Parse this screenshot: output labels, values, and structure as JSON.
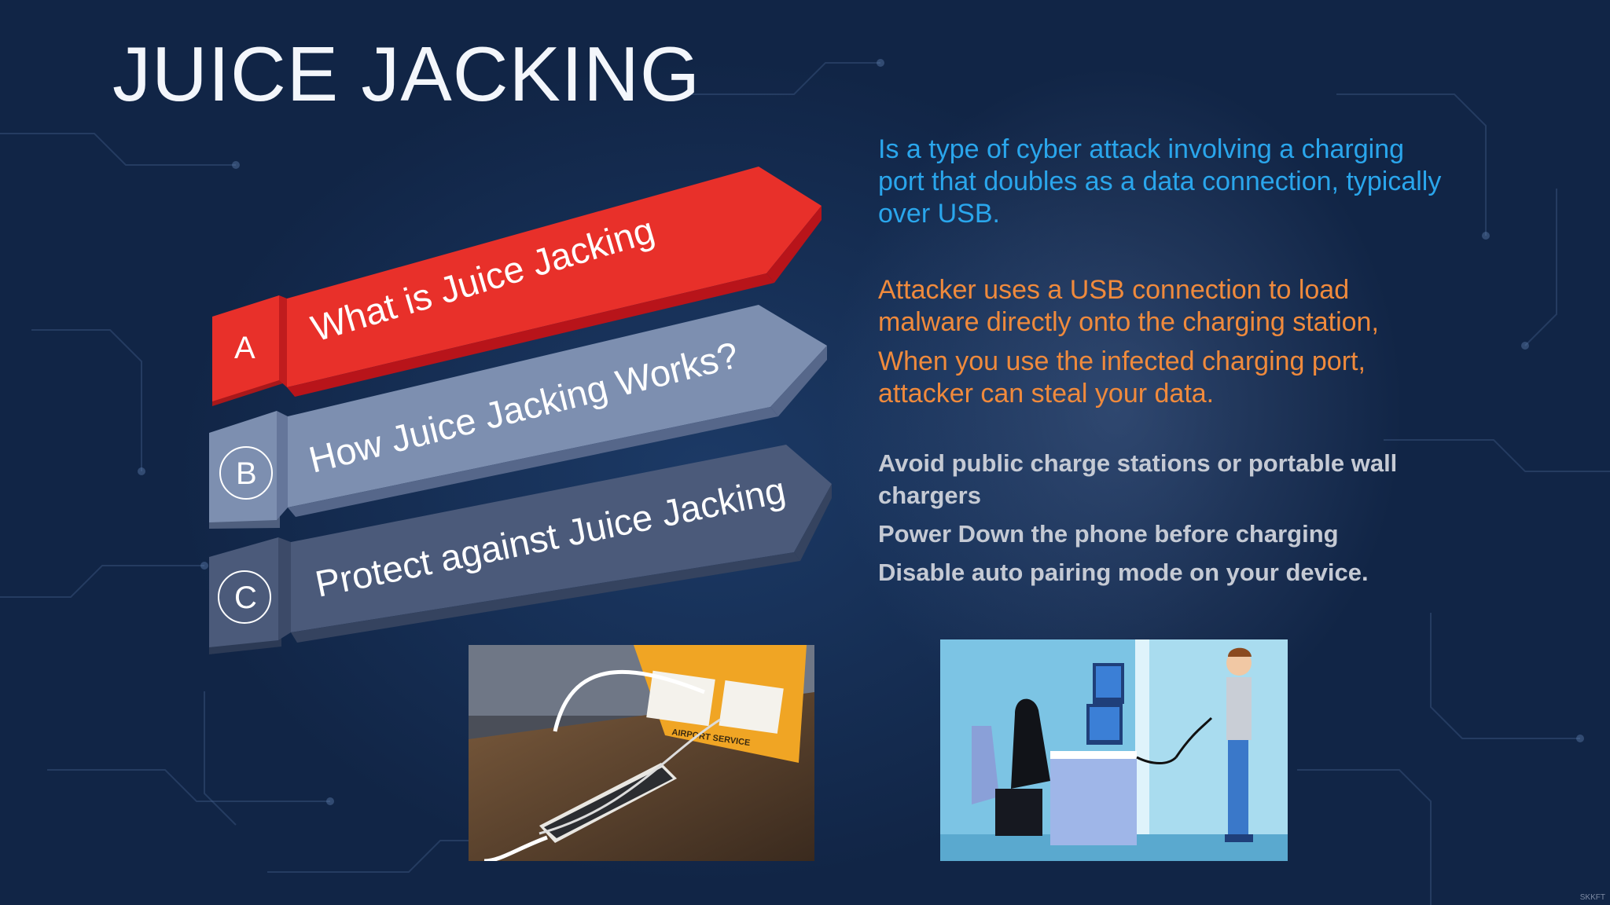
{
  "slide": {
    "title": "JUICE JACKING",
    "agenda": [
      {
        "letter": "A",
        "label": "What is Juice Jacking",
        "color": "#e8302a"
      },
      {
        "letter": "B",
        "label": "How Juice Jacking Works?",
        "color": "#7d8fb0"
      },
      {
        "letter": "C",
        "label": "Protect against Juice Jacking",
        "color": "#4b5a7a"
      }
    ],
    "definition": "Is a type of cyber attack involving a charging port that doubles as a data connection, typically over USB.",
    "attack_line1": "Attacker uses a USB connection to load malware directly onto the charging station,",
    "attack_line2": "When you use the infected charging port, attacker can steal your data.",
    "tips": [
      "Avoid public charge stations or portable wall chargers",
      "Power Down the phone before charging",
      "Disable auto pairing mode on your device."
    ],
    "photo_left_sign": "AIRPORT SERVICE",
    "watermark": "SKKFT"
  },
  "colors": {
    "definition": "#2aa6ec",
    "attack": "#f08a3c",
    "tips": "#c5cad4",
    "background": "#13294b"
  }
}
